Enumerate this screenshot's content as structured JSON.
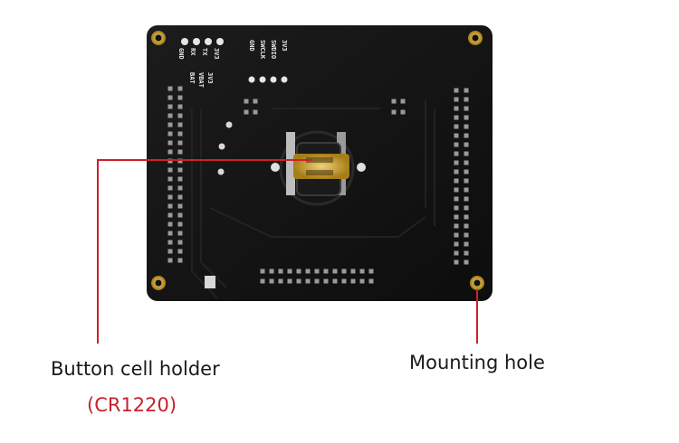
{
  "labels": {
    "button_cell_holder": "Button cell holder",
    "cell_type": "(CR1220)",
    "mounting_hole": "Mounting hole"
  },
  "silkscreen": {
    "left_top": [
      "3V3",
      "TX",
      "RX",
      "GND"
    ],
    "left_second": [
      "3V3",
      "VBAT",
      "BAT"
    ],
    "swd": [
      "3V3",
      "SWDIO",
      "SWCLK",
      "GND"
    ]
  },
  "colors": {
    "pcb": "#131313",
    "callout_line": "#d0202a",
    "gold": "#c9a02a",
    "cell_type_text": "#c8202c"
  }
}
